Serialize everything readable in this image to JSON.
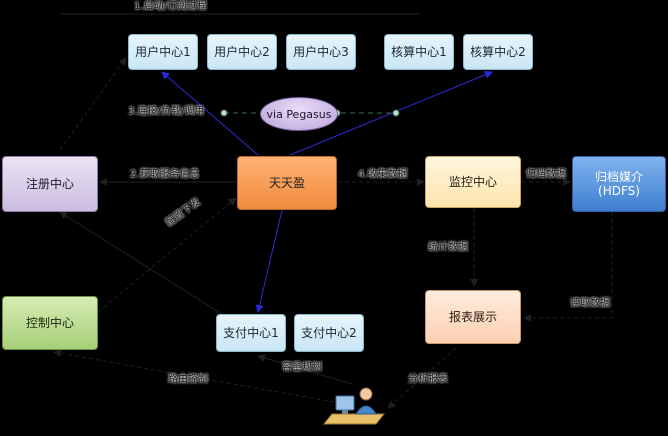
{
  "nodes": {
    "user_center_1": "用户中心1",
    "user_center_2": "用户中心2",
    "user_center_3": "用户中心3",
    "accounting_center_1": "核算中心1",
    "accounting_center_2": "核算中心2",
    "registry_center": "注册中心",
    "tiantianying": "天天盈",
    "monitor_center": "监控中心",
    "archive_line1": "归档媒介",
    "archive_line2": "(HDFS)",
    "control_center": "控制中心",
    "payment_center_1": "支付中心1",
    "payment_center_2": "支付中心2",
    "report_display": "报表展示",
    "pegasus": "via Pegasus"
  },
  "edge_labels": {
    "register_subscribe": "1.启动/订阅过程",
    "connect_call": "3.连接/负载/调用",
    "subscribe_info": "2.获取服务信息",
    "collect_data": "4.收集数据",
    "archive_data": "归档数据",
    "config_push": "配置下发",
    "stats_data": "统计数据",
    "read_data": "读取数据",
    "route_control": "路由控制",
    "capacity_plan": "容量规划",
    "analyze_report": "分析报表"
  },
  "colors": {
    "background": "#000000",
    "arrow_dark": "#202020",
    "arrow_blue": "#2b2bd6",
    "pegasus_line": "#3a6e5a"
  },
  "icons": {
    "operator": "person-at-computer-icon"
  }
}
